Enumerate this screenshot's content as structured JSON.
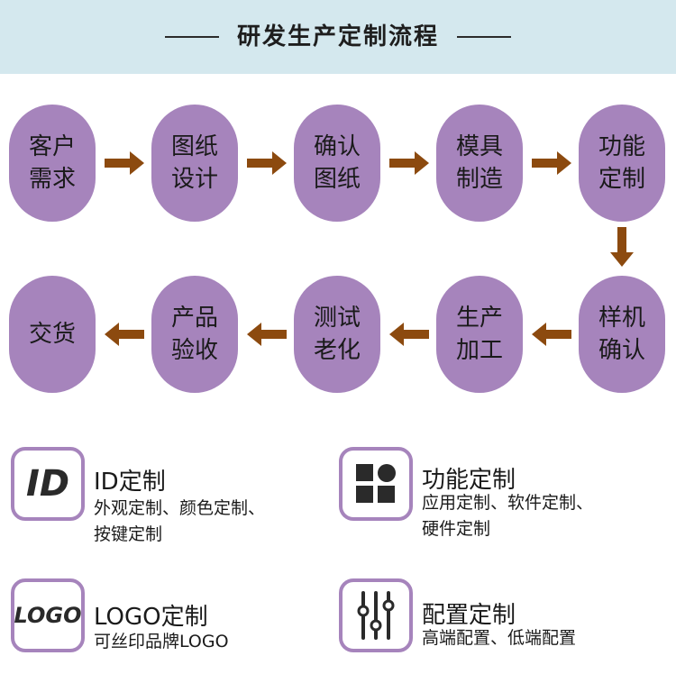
{
  "header": {
    "title": "研发生产定制流程"
  },
  "process": {
    "row1": [
      {
        "label": "客户\n需求"
      },
      {
        "label": "图纸\n设计"
      },
      {
        "label": "确认\n图纸"
      },
      {
        "label": "模具\n制造"
      },
      {
        "label": "功能\n定制"
      }
    ],
    "row2": [
      {
        "label": "交货"
      },
      {
        "label": "产品\n验收"
      },
      {
        "label": "测试\n老化"
      },
      {
        "label": "生产\n加工"
      },
      {
        "label": "样机\n确认"
      }
    ]
  },
  "features": [
    {
      "icon": "id-icon",
      "icon_text": "ID",
      "title": "ID定制",
      "desc": "外观定制、颜色定制、\n按键定制"
    },
    {
      "icon": "grid-icon",
      "title": "功能定制",
      "desc": "应用定制、软件定制、\n硬件定制"
    },
    {
      "icon": "logo-icon",
      "icon_text": "LOGO",
      "title": "LOGO定制",
      "desc": "可丝印品牌LOGO"
    },
    {
      "icon": "sliders-icon",
      "title": "配置定制",
      "desc": "高端配置、低端配置"
    }
  ],
  "colors": {
    "header_bg": "#d4e8ee",
    "node": "#a684bc",
    "arrow": "#8c4a0f"
  }
}
